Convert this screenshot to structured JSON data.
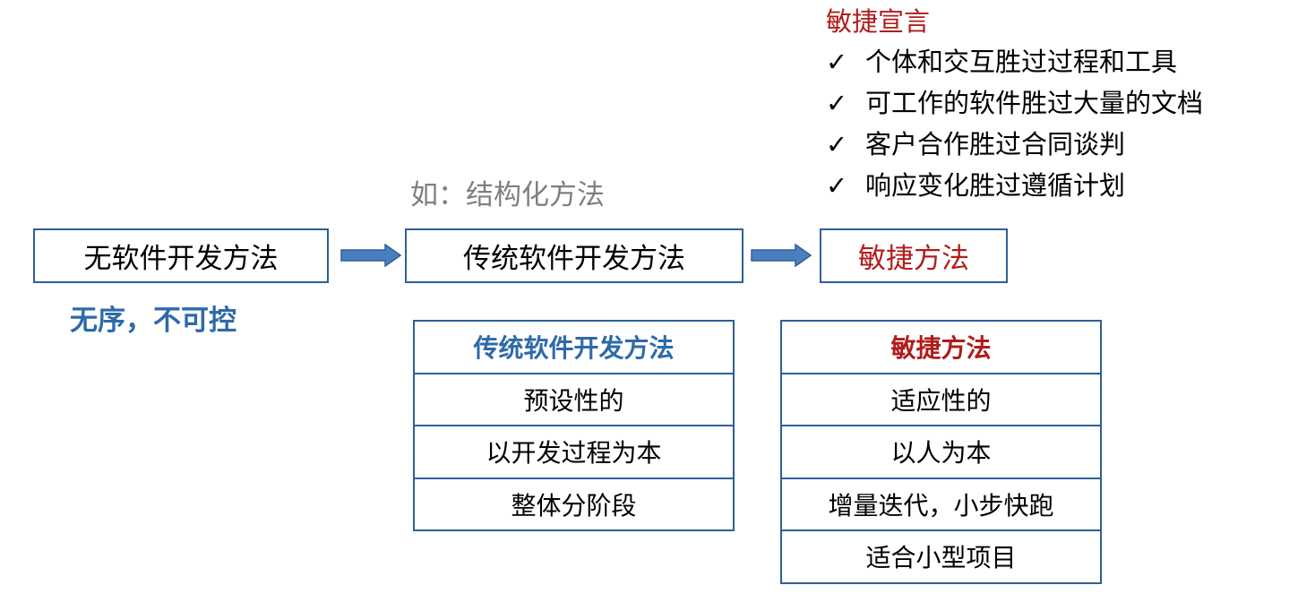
{
  "manifesto": {
    "title": "敏捷宣言",
    "check_glyph": "✓",
    "items": [
      "个体和交互胜过过程和工具",
      "可工作的软件胜过大量的文档",
      "客户合作胜过合同谈判",
      "响应变化胜过遵循计划"
    ]
  },
  "example_label": "如：结构化方法",
  "flow": {
    "boxes": [
      "无软件开发方法",
      "传统软件开发方法",
      "敏捷方法"
    ],
    "arrow_icon": "right-arrow-icon"
  },
  "chaos_note": "无序，不可控",
  "traditional_table": {
    "header": "传统软件开发方法",
    "rows": [
      "预设性的",
      "以开发过程为本",
      "整体分阶段"
    ]
  },
  "agile_table": {
    "header": "敏捷方法",
    "rows": [
      "适应性的",
      "以人为本",
      "增量迭代，小步快跑",
      "适合小型项目"
    ]
  },
  "colors": {
    "border": "#2f5f97",
    "arrow_fill": "#4a7fbf",
    "agile_red": "#b01c1c",
    "blue_text": "#2e6aa8",
    "gray_text": "#7f7f7f"
  }
}
